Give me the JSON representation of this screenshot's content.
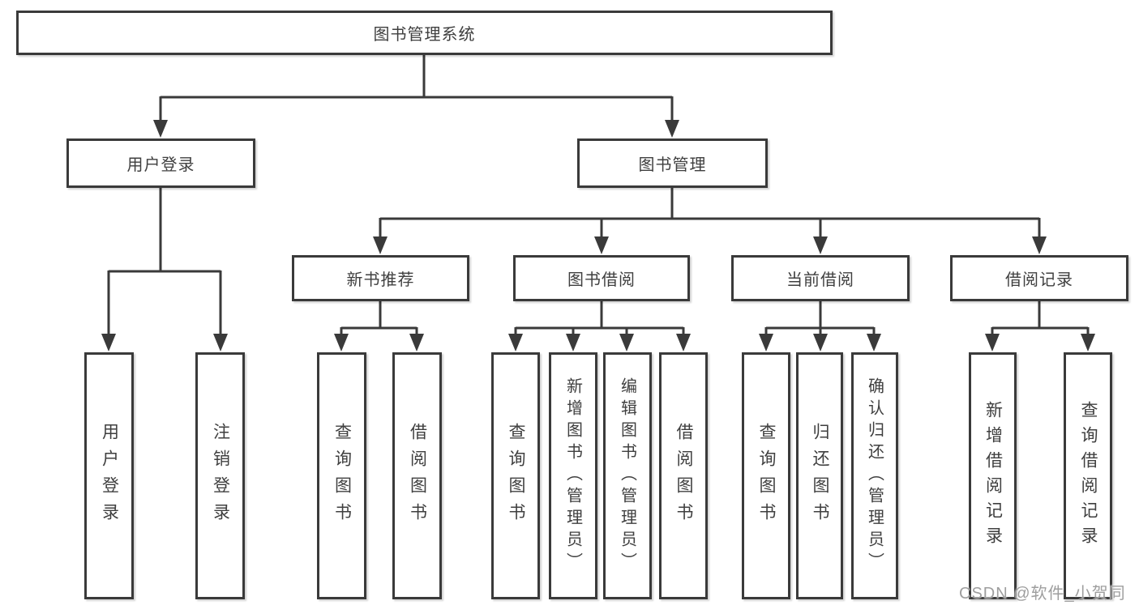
{
  "diagram": {
    "title": "图书管理系统",
    "level2": {
      "user_login": "用户登录",
      "book_mgmt": "图书管理"
    },
    "level3": {
      "new_book": "新书推荐",
      "book_borrow": "图书借阅",
      "current_borrow": "当前借阅",
      "borrow_record": "借阅记录"
    },
    "leaves": {
      "user_login": [
        "用户登录",
        "注销登录"
      ],
      "new_book": [
        "查询图书",
        "借阅图书"
      ],
      "book_borrow": [
        "查询图书",
        "新增图书（管理员）",
        "编辑图书（管理员）",
        "借阅图书"
      ],
      "current_borrow": [
        "查询图书",
        "归还图书",
        "确认归还（管理员）"
      ],
      "borrow_record": [
        "新增借阅记录",
        "查询借阅记录"
      ]
    },
    "watermark": "CSDN @软件_小贺同学",
    "colors": {
      "line": "#3a3a3a",
      "text": "#3f3f3f",
      "watermark": "#9e9e9e",
      "background": "#ffffff"
    }
  }
}
